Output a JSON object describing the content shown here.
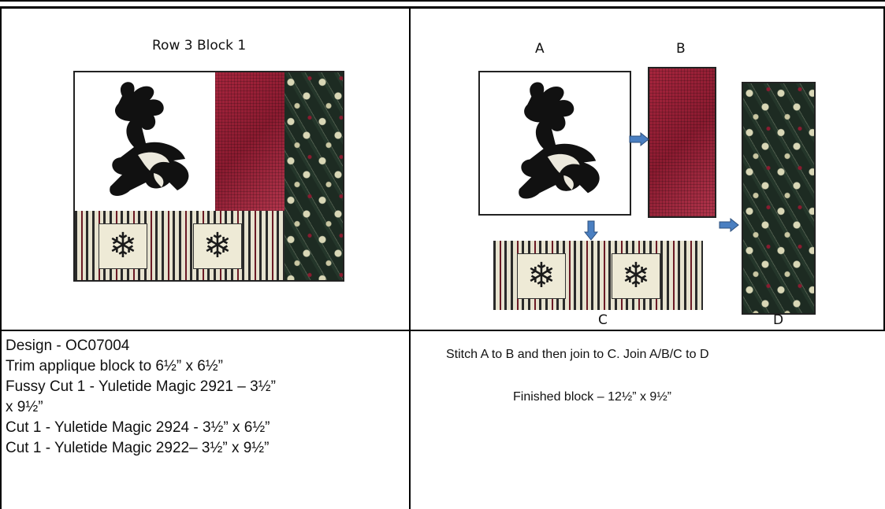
{
  "left_panel": {
    "title": "Row 3 Block 1"
  },
  "right_panel": {
    "labels": {
      "a": "A",
      "b": "B",
      "c": "C",
      "d": "D"
    }
  },
  "instructions_left": {
    "lines": [
      "Design - OC07004",
      "Trim applique block to 6½” x 6½”",
      "Fussy Cut 1 - Yuletide Magic 2921 – 3½”",
      "x 9½”",
      "Cut 1 - Yuletide Magic 2924 - 3½” x 6½”",
      "Cut 1 - Yuletide Magic 2922– 3½” x 9½”"
    ]
  },
  "instructions_right": {
    "stitch": "Stitch A to B and then join to C.  Join A/B/C to D",
    "finished": "Finished block – 12½” x 9½”"
  },
  "colors": {
    "red_fabric": "#9e2238",
    "green_fabric": "#1d2b22",
    "cream": "#eeead6",
    "arrow_blue": "#4a7fc1"
  }
}
